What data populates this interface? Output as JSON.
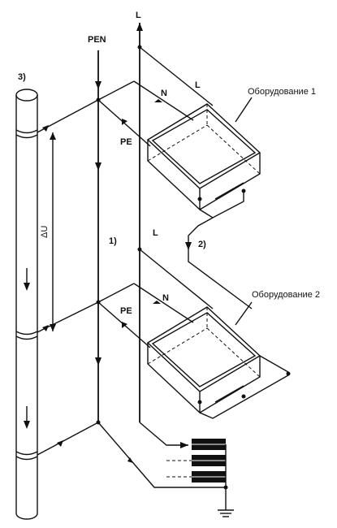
{
  "labels": {
    "l_top": "L",
    "pen": "PEN",
    "pipe_id": "3)",
    "n1": "N",
    "l1": "L",
    "pe1": "PE",
    "equipment1": "Оборудование 1",
    "delta_u": "ΔU",
    "point1": "1)",
    "l2": "L",
    "point2": "2)",
    "equipment2": "Оборудование 2",
    "n2": "N",
    "pe2": "PE"
  },
  "colors": {
    "ink": "#111111",
    "background": "#ffffff"
  }
}
